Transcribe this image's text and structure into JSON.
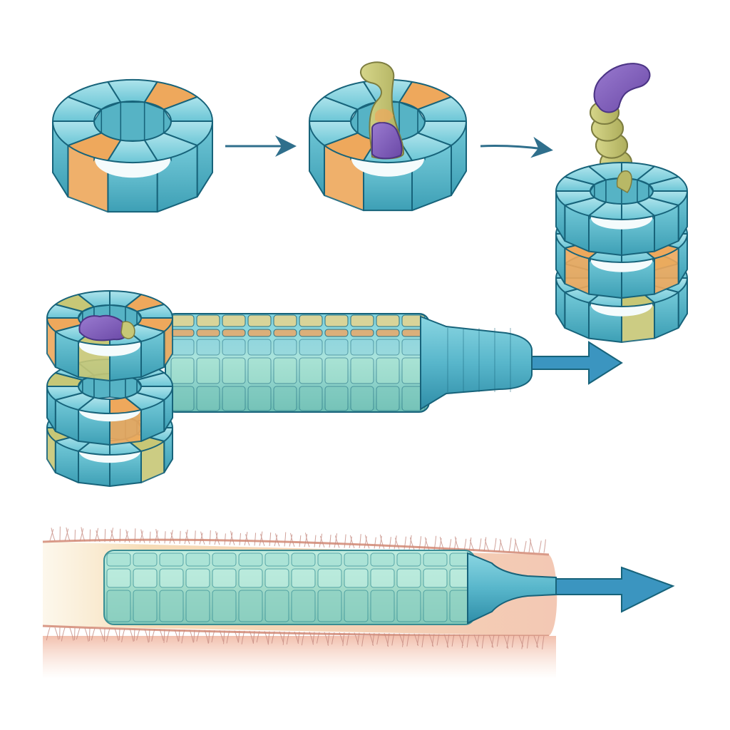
{
  "colors": {
    "teal": "#5fbfcf",
    "teal_light": "#8fdbe4",
    "teal_dark": "#1f7e93",
    "outline": "#17637a",
    "orange": "#eea85c",
    "olive": "#c7c776",
    "purple": "#8460b8",
    "mint": "#a9e0cf",
    "tissue_pink": "#f3c6b6",
    "tissue_cream": "#f8e3bd",
    "cilia": "#c58a80",
    "arrow": "#2f6f8c",
    "arrow_fill": "#3b95c0"
  },
  "icons": [
    "arrow-right-icon",
    "arrow-right-icon",
    "wide-arrow-icon",
    "wide-arrow-icon"
  ],
  "panels": [
    {
      "name": "ring-empty"
    },
    {
      "name": "ring-with-substrate"
    },
    {
      "name": "ring-stack-threading"
    },
    {
      "name": "ring-stack-tube"
    },
    {
      "name": "tube-in-tissue"
    }
  ]
}
